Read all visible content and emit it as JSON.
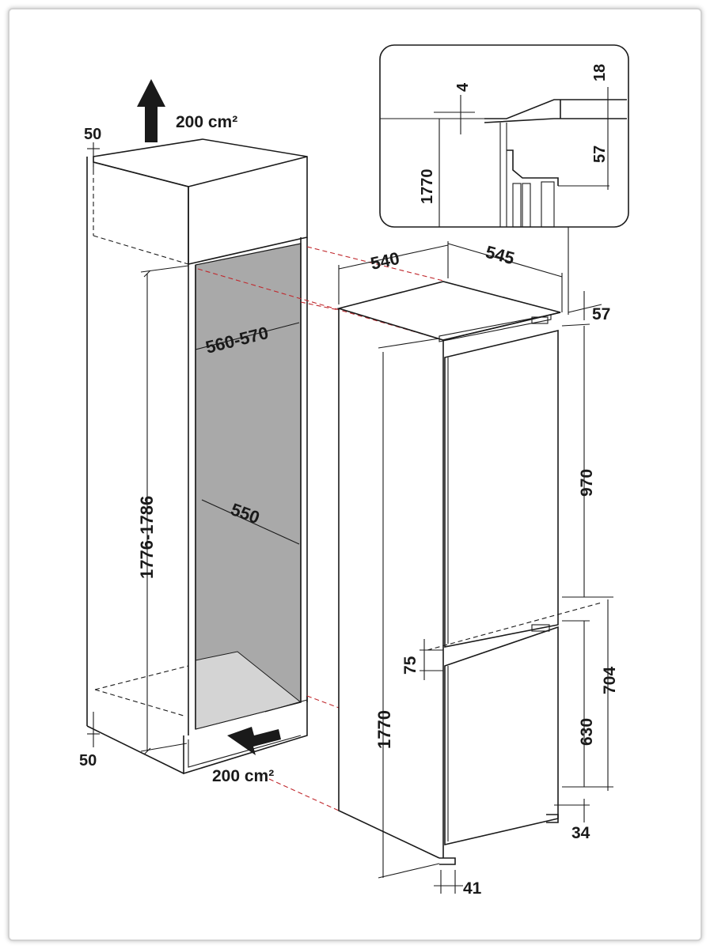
{
  "labels": {
    "vent_top": "200 cm²",
    "vent_bottom": "200 cm²",
    "gap_top": "50",
    "gap_bottom": "50",
    "niche_height": "1776-1786",
    "niche_depth": "560-570",
    "niche_width": "550",
    "unit_depth": "540",
    "unit_width": "545",
    "detail_4": "4",
    "detail_18": "18",
    "detail_1770": "1770",
    "detail_57": "57",
    "top_57": "57",
    "upper_door": "970",
    "door_gap": "75",
    "lower_door": "630",
    "lower_total": "704",
    "unit_height": "1770",
    "plinth": "34",
    "foot": "41"
  },
  "colors": {
    "line": "#1a1a1a",
    "niche_fill": "#a9a9a9",
    "floor_fill": "#d4d4d4",
    "red_dash": "#c0282d"
  }
}
